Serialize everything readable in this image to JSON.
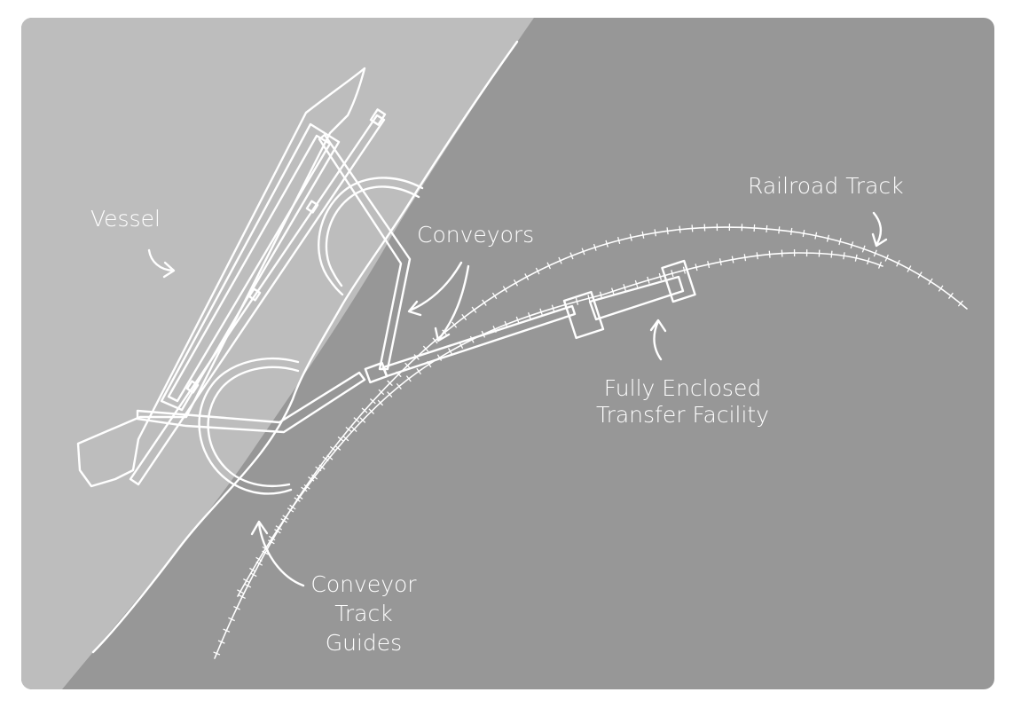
{
  "colors": {
    "background": "#ffffff",
    "water": "#bdbdbd",
    "land": "#979797",
    "linework": "#ffffff"
  },
  "labels": {
    "vessel": "Vessel",
    "conveyors": "Conveyors",
    "railroad_track": "Railroad Track",
    "transfer_facility": [
      "Fully Enclosed",
      "Transfer Facility"
    ],
    "track_guides": [
      "Conveyor",
      "Track",
      "Guides"
    ]
  }
}
